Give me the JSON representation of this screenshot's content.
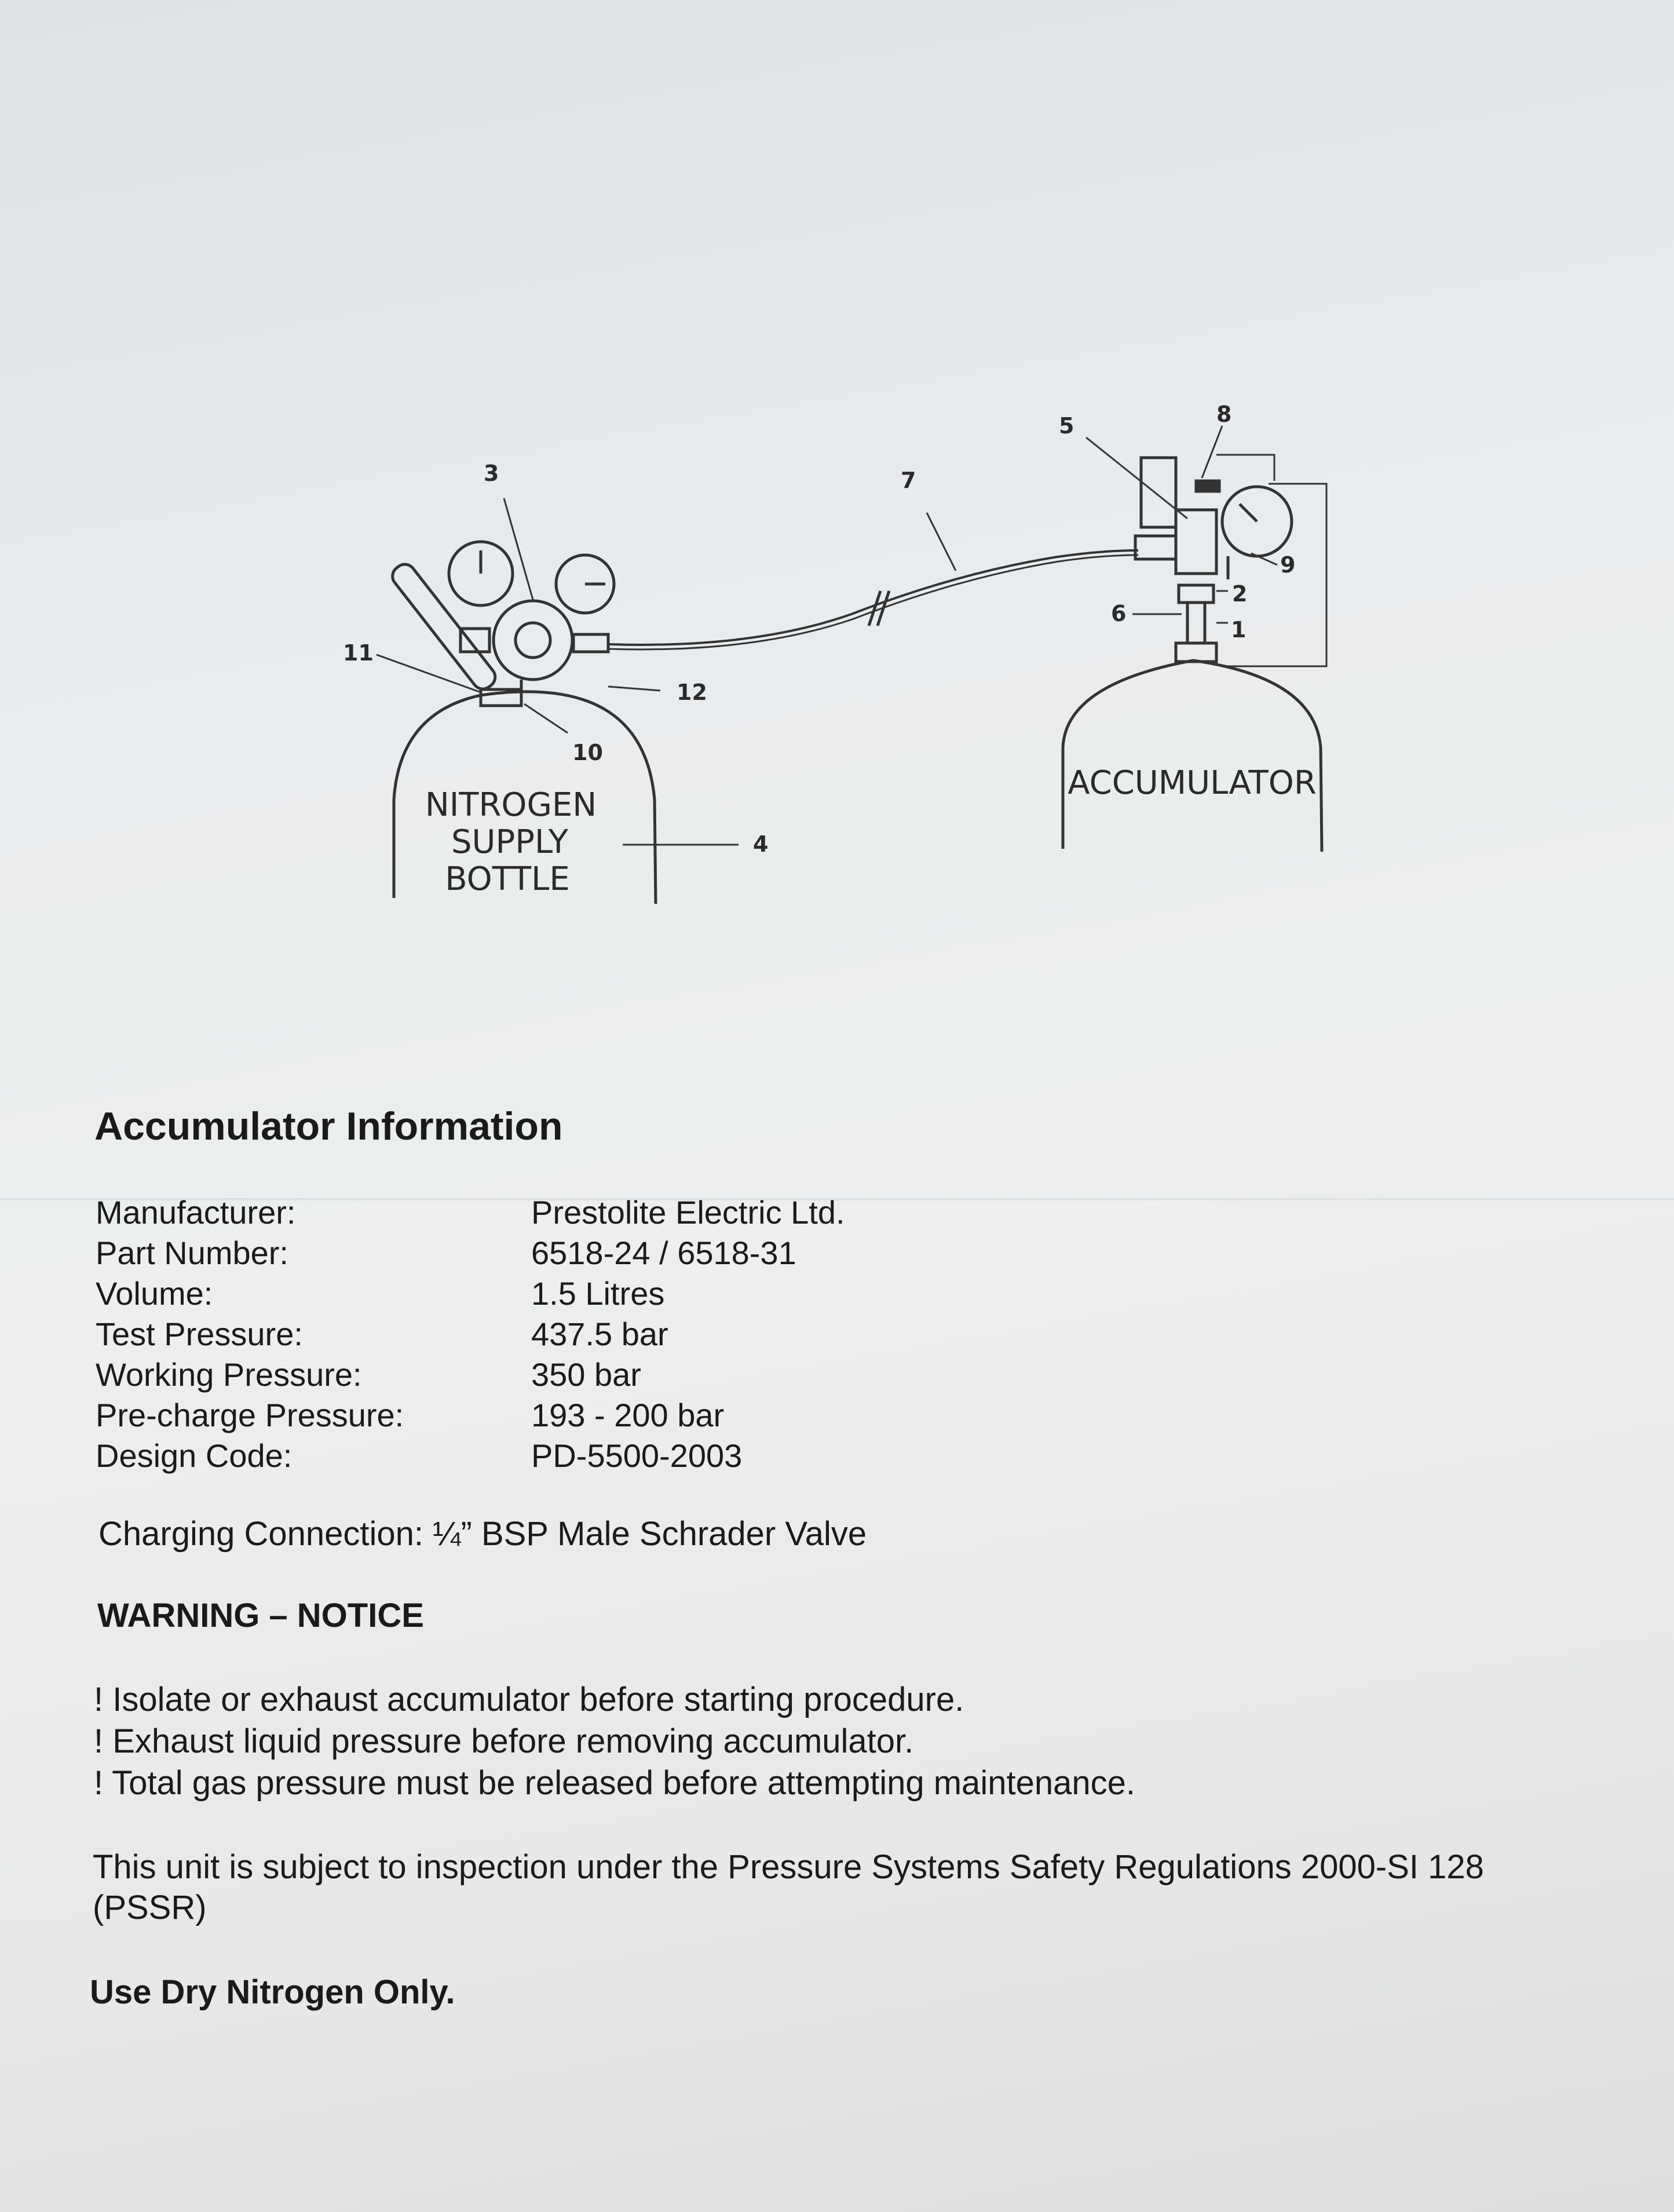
{
  "diagram": {
    "left_bottle_label": [
      "NITROGEN",
      "SUPPLY",
      "BOTTLE"
    ],
    "right_bottle_label": "ACCUMULATOR",
    "callouts": [
      "1",
      "2",
      "3",
      "4",
      "5",
      "6",
      "7",
      "8",
      "9",
      "10",
      "11",
      "12"
    ]
  },
  "info": {
    "title": "Accumulator Information",
    "rows": [
      {
        "label": "Manufacturer:",
        "value": "Prestolite Electric Ltd."
      },
      {
        "label": "Part Number:",
        "value": "6518-24 / 6518-31"
      },
      {
        "label": "Volume:",
        "value": "1.5 Litres"
      },
      {
        "label": "Test Pressure:",
        "value": "437.5 bar"
      },
      {
        "label": "Working Pressure:",
        "value": "350 bar"
      },
      {
        "label": "Pre-charge Pressure:",
        "value": "193 - 200 bar"
      },
      {
        "label": "Design Code:",
        "value": "PD-5500-2003"
      }
    ],
    "charging": "Charging Connection: ¼” BSP Male Schrader Valve"
  },
  "warning": {
    "heading": "WARNING – NOTICE",
    "items": [
      "! Isolate or exhaust accumulator before starting procedure.",
      "! Exhaust liquid pressure before removing accumulator.",
      "! Total gas pressure must be released before attempting maintenance."
    ],
    "note": "This unit is subject to inspection under the Pressure Systems Safety Regulations 2000-SI 128 (PSSR)",
    "final": "Use Dry Nitrogen Only."
  }
}
